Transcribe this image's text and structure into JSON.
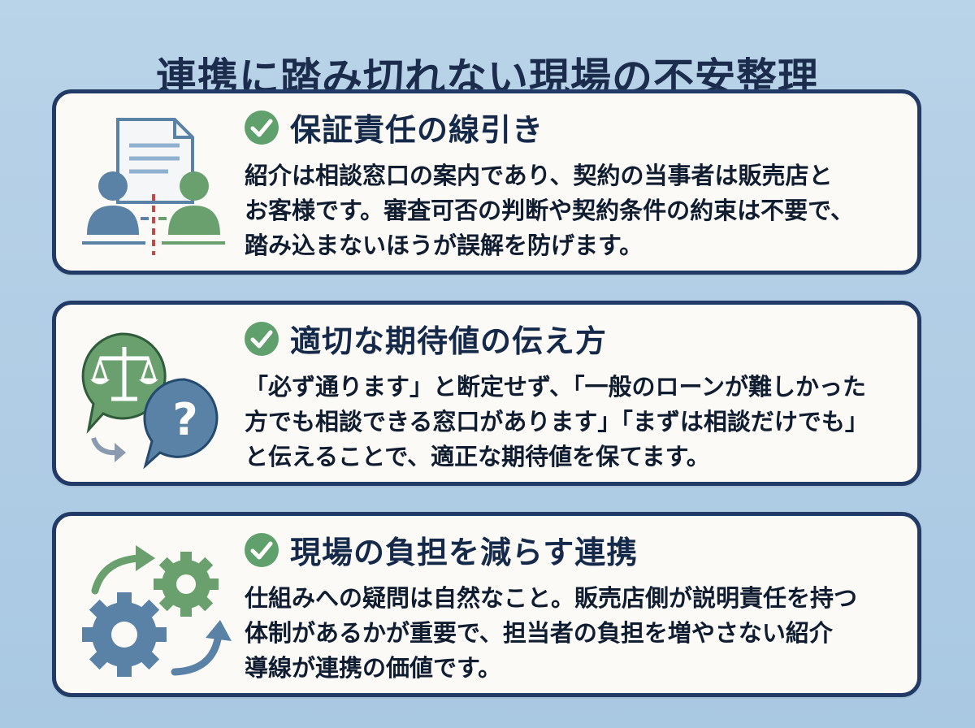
{
  "title": "連携に踏み切れない現場の不安整理",
  "cards": [
    {
      "heading": "保証責任の線引き",
      "lines": [
        "紹介は相談窓口の案内であり、契約の当事者は販売店と",
        "お客様です。審査可否の判断や契約条件の約束は不要で、",
        "踏み込まないほうが誤解を防げます。"
      ],
      "icon": "document-two-people-icon"
    },
    {
      "heading": "適切な期待値の伝え方",
      "lines": [
        "「必ず通ります」と断定せず、「一般のローンが難しかった",
        "方でも相談できる窓口があります」「まずは相談だけでも」",
        "と伝えることで、適正な期待値を保てます。"
      ],
      "icon": "scales-question-bubbles-icon"
    },
    {
      "heading": "現場の負担を減らす連携",
      "lines": [
        "仕組みへの疑問は自然なこと。販売店側が説明責任を持つ",
        "体制があるかが重要で、担当者の負担を増やさない紹介",
        "導線が連携の価値です。"
      ],
      "icon": "gears-arrows-icon"
    }
  ],
  "colors": {
    "background": "#b0cde5",
    "card_border": "#213a66",
    "check_green": "#5fa06c",
    "icon_blue": "#5a81a6",
    "icon_green": "#6aa06e"
  }
}
